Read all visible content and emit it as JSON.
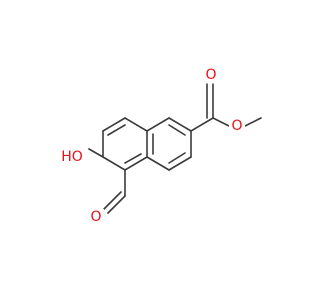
{
  "molecule": {
    "atoms": [
      {
        "id": "O_carbonyl_ester",
        "symbol": "O",
        "color": "#e8101a"
      },
      {
        "id": "O_ester",
        "symbol": "O",
        "color": "#e8101a"
      },
      {
        "id": "O_hydroxyl",
        "symbol": "HO",
        "color": "#e8101a"
      },
      {
        "id": "O_aldehyde",
        "symbol": "O",
        "color": "#e8101a"
      }
    ],
    "bond_color": "#3a3a3a"
  }
}
